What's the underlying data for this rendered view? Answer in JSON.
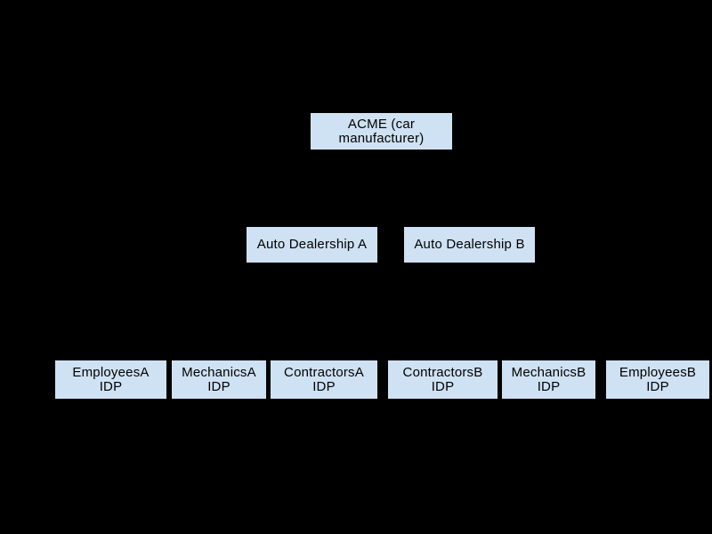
{
  "canvas": {
    "background_color": "#000000",
    "node_fill_color": "#cfe2f3",
    "node_text_color": "#000000"
  },
  "diagram": {
    "type": "hierarchy",
    "nodes": [
      {
        "id": "acme",
        "label": "ACME (car\nmanufacturer)"
      },
      {
        "id": "dealership-a",
        "label": "Auto Dealership A"
      },
      {
        "id": "dealership-b",
        "label": "Auto Dealership B"
      },
      {
        "id": "employees-a",
        "label": "EmployeesA\nIDP"
      },
      {
        "id": "mechanics-a",
        "label": "MechanicsA\nIDP"
      },
      {
        "id": "contractors-a",
        "label": "ContractorsA\nIDP"
      },
      {
        "id": "contractors-b",
        "label": "ContractorsB\nIDP"
      },
      {
        "id": "mechanics-b",
        "label": "MechanicsB\nIDP"
      },
      {
        "id": "employees-b",
        "label": "EmployeesB\nIDP"
      }
    ]
  }
}
